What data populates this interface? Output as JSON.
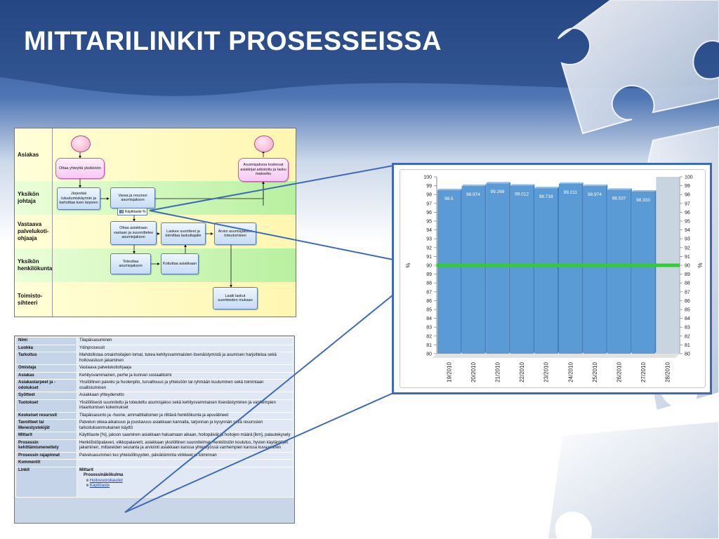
{
  "slide": {
    "title": "MITTARILINKIT PROSESSEISSA"
  },
  "process": {
    "lanes": [
      {
        "label": "Asiakas",
        "color": "yellow"
      },
      {
        "label": "Yksikön johtaja",
        "color": "green"
      },
      {
        "label": "Vastaava palvelukoti-ohjaaja",
        "color": "yellow"
      },
      {
        "label": "Yksikön henkilökunta",
        "color": "green"
      },
      {
        "label": "Toimisto-sihteeri",
        "color": "yellow"
      }
    ],
    "boxes": {
      "ottaa": "Ottaa yhteyttä yksikköön",
      "asumisjakso": "Asumisjaksoa koskevat asiakirjat arkistoitu ja lasku maksettu",
      "jarjestaa": "Järjestää tutustumiskäynnin ja kartoittaa tuen tarpeen",
      "varaa": "Varaa ja resursoi asumisjakson",
      "kayttoaste_badge": "Käyttöaste %",
      "ottaa_asiakkaan": "Ottaa asiakkaan vastaan ja suunnittelee asumisjakson",
      "laskee": "Laskee suoritteet ja toimittaa laskuttajalle",
      "arvioi": "Arvioi asumisjakson toteutumisen",
      "toteuttaa": "Toteuttaa asumisjakson",
      "kotiuttaa": "Kotiuttaa asiakkaan",
      "laatii": "Laatii laskut suoritteiden mukaan"
    }
  },
  "info_table": {
    "rows": [
      {
        "key": "Nimi",
        "value": "Tilapäisasuminen"
      },
      {
        "key": "Luokka",
        "value": "Ydinprosessit"
      },
      {
        "key": "Tarkoitus",
        "value": "Mahdollistaa omaishoitajien lomat, tukea kehitysvammaisten itsenäistymistä ja asumisen harjoittelua sekä hoitovastuun jakaminen"
      },
      {
        "key": "Omistaja",
        "value": "Vastaava palvelukotiohjaaja"
      },
      {
        "key": "Asiakas",
        "value": "Kehitysvammainen, perhe ja kunnan sosiaalitoimi"
      },
      {
        "key": "Asiakastarpeet ja -odotukset",
        "value": "Yksilöllinen palvelu ja huolenpito, turvallisuus ja yhteisöön tai ryhmään kuuluminen sekä toimintaan osallistuminen"
      },
      {
        "key": "Syötteet",
        "value": "Asiakkaan yhteydenotto"
      },
      {
        "key": "Tuotokset",
        "value": "Yksilöllisesti suunniteltu ja toteutettu asumisjakso sekä kehitysvammaisen itsenäistyminen ja vanhempien irtaantumisen kokemukset"
      },
      {
        "key": "Keskeiset resurssit",
        "value": "Tilapäisasunto ja -huone, ammattitaitoinen ja riittävä henkilökunta ja apuvälineet"
      },
      {
        "key": "Tavoitteet tai Menestystekijät",
        "value": "Palvelun oikea-aikaisuus ja joustavuus asiakkaan kannalta, tarjonnan ja kysynnän sekä resurssien tarkoituksenmukainen käyttö"
      },
      {
        "key": "Mittarit",
        "value": "Käyttöaste [%], jakson saaminen asiakkaan haluamaan aikaan, hoitopäivät ja hoitojen määrä [lkm], palautekysely"
      },
      {
        "key": "Prosessin kehittämismenettely",
        "value": "Henkilöstöpalaveri, viikkopalaverit, asiakkaan yksilöllinen suunnitelmat, henkilöstön koulutus, hyvien käytäntöjen jakaminen, mittareiden seuranta ja arviointi asiakkaan kanssa yhteistyössä vanhempien kanssa kuvaaminen"
      },
      {
        "key": "Prosessin rajapinnat",
        "value": "Palveluasuminen tuo yhteisöllisyyden, päivätoiminta virikkeet ja toiminnan"
      },
      {
        "key": "Kommentit",
        "value": ""
      }
    ],
    "links": {
      "key": "Linkit",
      "group": "Mittarit",
      "subgroup": "Prosessinäkökulma",
      "items": [
        "Hoitovuorokaudet",
        "Käyttöaste"
      ]
    }
  },
  "chart_data": {
    "type": "bar",
    "title": "",
    "xlabel": "",
    "ylabel": "%",
    "ylim": [
      80,
      100
    ],
    "yticks": [
      80,
      81,
      82,
      83,
      84,
      85,
      86,
      87,
      88,
      89,
      90,
      91,
      92,
      93,
      94,
      95,
      96,
      97,
      98,
      99,
      100
    ],
    "categories": [
      "19/2010",
      "20/2010",
      "21/2010",
      "22/2010",
      "23/2010",
      "24/2010",
      "25/2010",
      "26/2010",
      "27/2010",
      "28/2010"
    ],
    "values": [
      98.5,
      98.974,
      99.268,
      99.012,
      98.718,
      99.211,
      98.974,
      98.537,
      98.333,
      100
    ],
    "data_labels": [
      "98.5",
      "98.974",
      "99.268",
      "99.012",
      "98.718",
      "99.211",
      "98.974",
      "98.537",
      "98.333",
      ""
    ],
    "target_line": 90,
    "bar_color": "#5b9bd5",
    "last_bar_color": "#c8d4e0",
    "target_color": "#33cc33",
    "grid": false,
    "legend": "none"
  }
}
